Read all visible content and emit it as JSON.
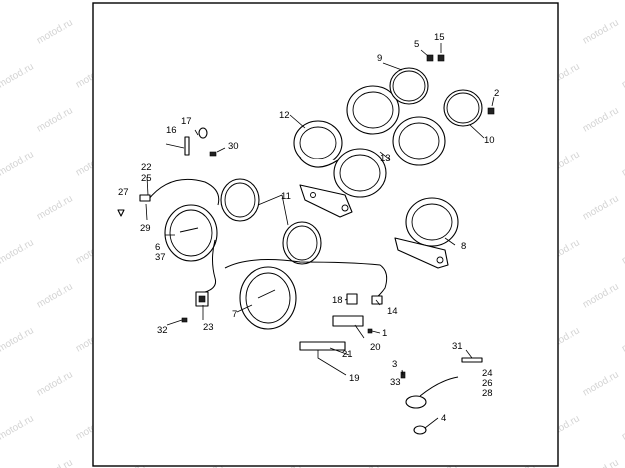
{
  "watermark": "motod.ru",
  "callouts": [
    {
      "id": "c1",
      "label": "1"
    },
    {
      "id": "c2",
      "label": "2"
    },
    {
      "id": "c3",
      "label": "3"
    },
    {
      "id": "c4",
      "label": "4"
    },
    {
      "id": "c5",
      "label": "5"
    },
    {
      "id": "c6",
      "label": "6"
    },
    {
      "id": "c7",
      "label": "7"
    },
    {
      "id": "c8",
      "label": "8"
    },
    {
      "id": "c9",
      "label": "9"
    },
    {
      "id": "c10",
      "label": "10"
    },
    {
      "id": "c11",
      "label": "11"
    },
    {
      "id": "c12",
      "label": "12"
    },
    {
      "id": "c13",
      "label": "13"
    },
    {
      "id": "c14",
      "label": "14"
    },
    {
      "id": "c15",
      "label": "15"
    },
    {
      "id": "c16",
      "label": "16"
    },
    {
      "id": "c17",
      "label": "17"
    },
    {
      "id": "c18",
      "label": "18"
    },
    {
      "id": "c19",
      "label": "19"
    },
    {
      "id": "c20",
      "label": "20"
    },
    {
      "id": "c21",
      "label": "21"
    },
    {
      "id": "c22",
      "label": "22"
    },
    {
      "id": "c23",
      "label": "23"
    },
    {
      "id": "c24",
      "label": "24"
    },
    {
      "id": "c25",
      "label": "25"
    },
    {
      "id": "c26",
      "label": "26"
    },
    {
      "id": "c27",
      "label": "27"
    },
    {
      "id": "c28",
      "label": "28"
    },
    {
      "id": "c29",
      "label": "29"
    },
    {
      "id": "c30",
      "label": "30"
    },
    {
      "id": "c31",
      "label": "31"
    },
    {
      "id": "c32",
      "label": "32"
    },
    {
      "id": "c33",
      "label": "33"
    },
    {
      "id": "c37",
      "label": "37"
    }
  ]
}
